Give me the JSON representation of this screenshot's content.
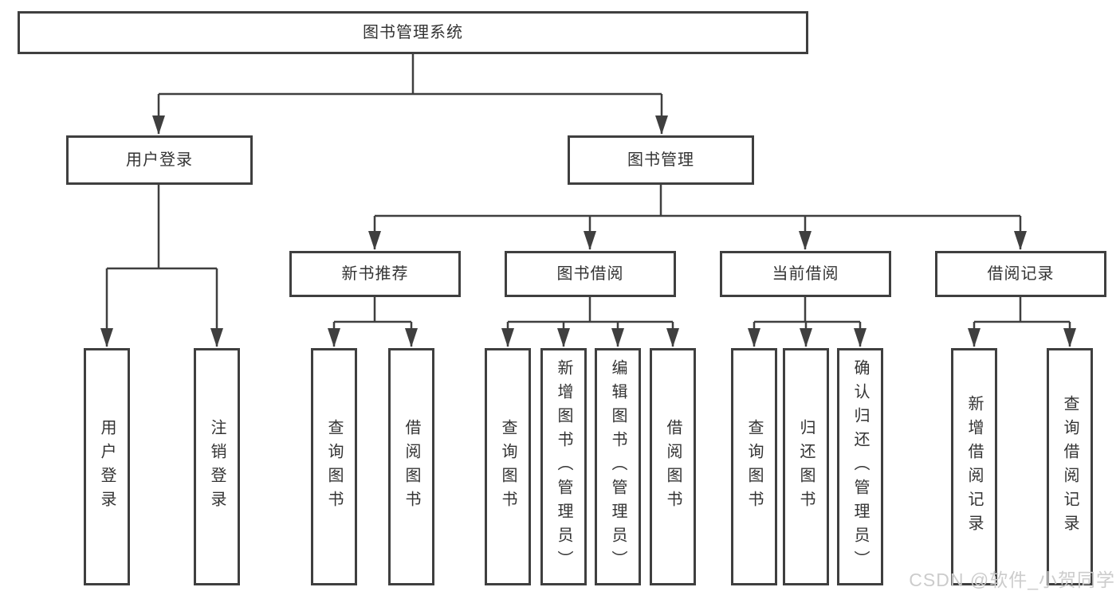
{
  "diagram": {
    "root": {
      "label": "图书管理系统"
    },
    "level2": [
      {
        "label": "用户登录"
      },
      {
        "label": "图书管理"
      }
    ],
    "level3": [
      {
        "label": "新书推荐"
      },
      {
        "label": "图书借阅"
      },
      {
        "label": "当前借阅"
      },
      {
        "label": "借阅记录"
      }
    ],
    "leaves": [
      {
        "label": "用户登录"
      },
      {
        "label": "注销登录"
      },
      {
        "label": "查询图书"
      },
      {
        "label": "借阅图书"
      },
      {
        "label": "查询图书"
      },
      {
        "label": "新增图书（管理员）"
      },
      {
        "label": "编辑图书（管理员）"
      },
      {
        "label": "借阅图书"
      },
      {
        "label": "查询图书"
      },
      {
        "label": "归还图书"
      },
      {
        "label": "确认归还（管理员）"
      },
      {
        "label": "新增借阅记录"
      },
      {
        "label": "查询借阅记录"
      }
    ],
    "watermark": "CSDN @软件_小贺同学",
    "colors": {
      "line": "#3f3f3f",
      "text": "#333333",
      "watermark": "#cccccc",
      "background": "#ffffff"
    }
  }
}
